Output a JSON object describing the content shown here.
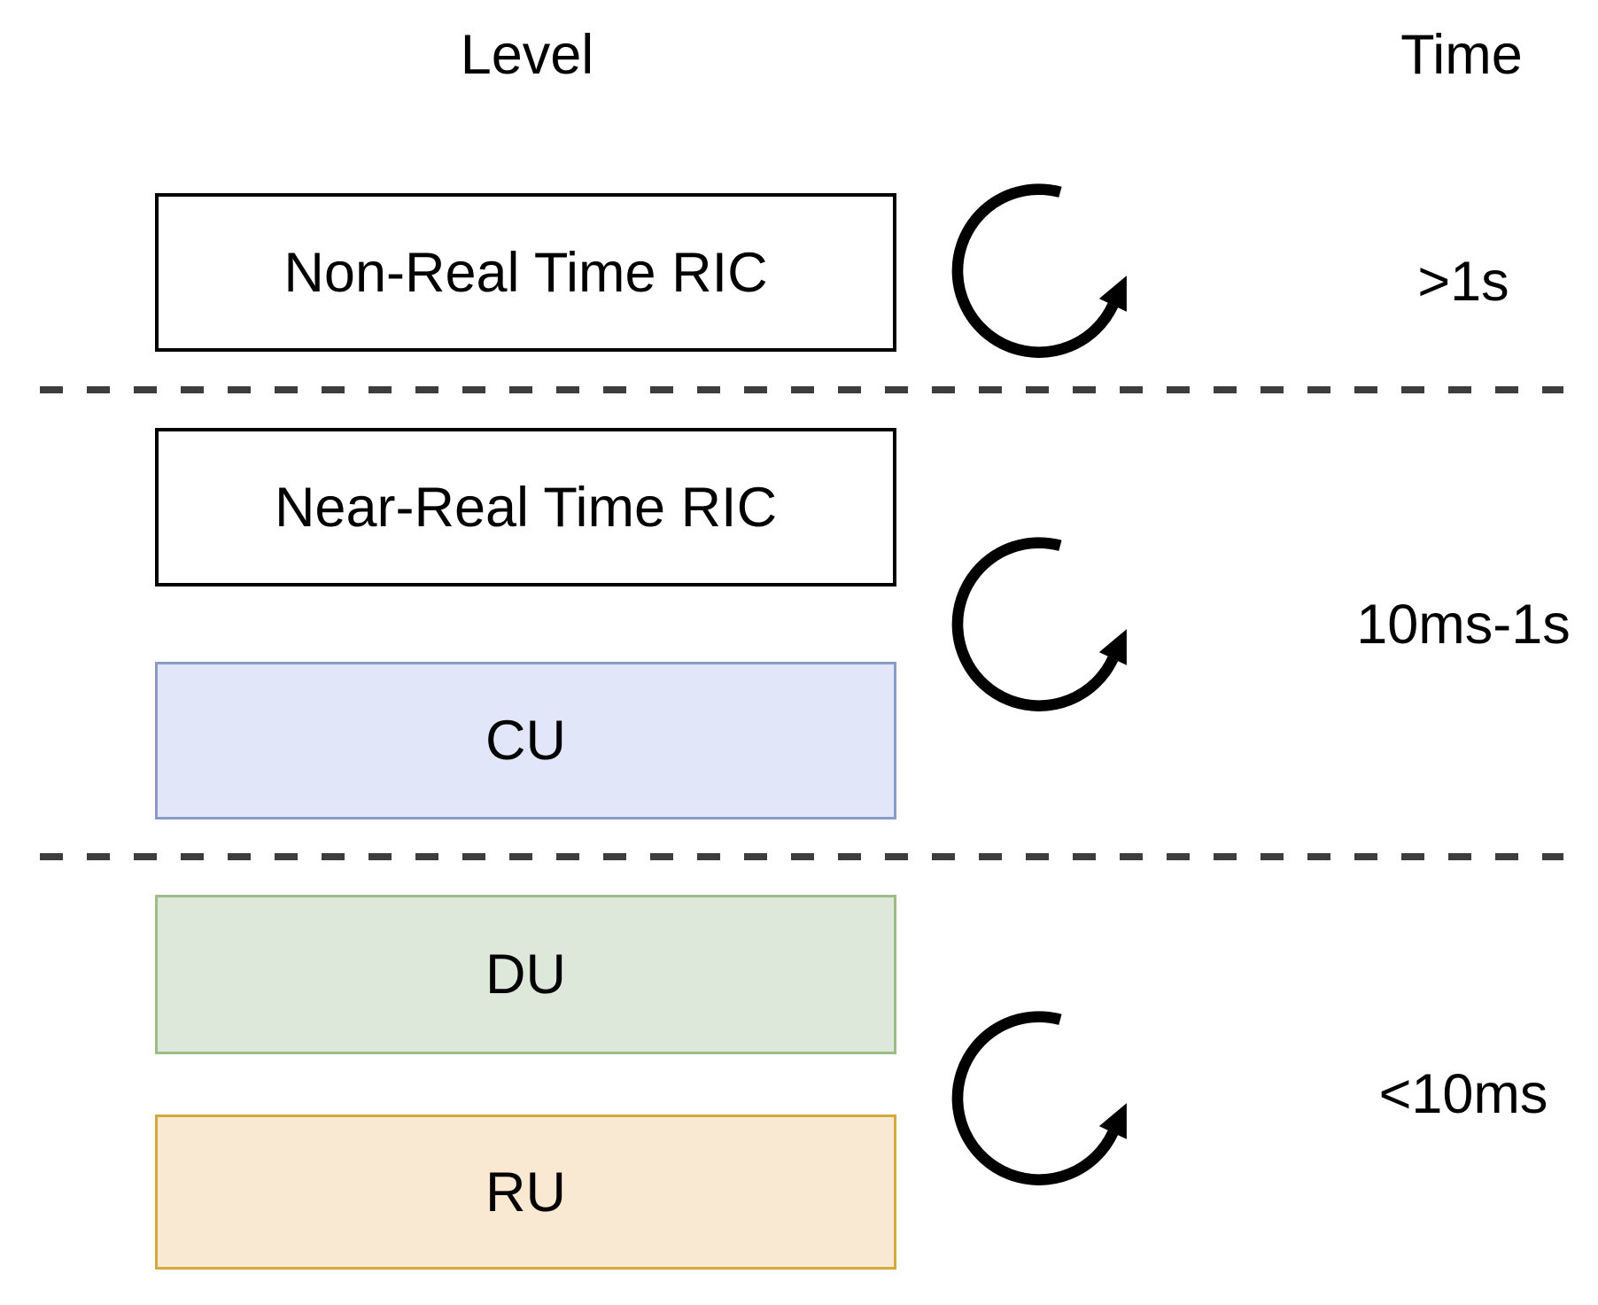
{
  "columns": {
    "level_header": "Level",
    "time_header": "Time"
  },
  "boxes": [
    {
      "id": "non-real-time-ric",
      "label": "Non-Real Time RIC",
      "fill": "#ffffff",
      "border": "#000000"
    },
    {
      "id": "near-real-time-ric",
      "label": "Near-Real Time RIC",
      "fill": "#ffffff",
      "border": "#000000"
    },
    {
      "id": "cu",
      "label": "CU",
      "fill": "#e1e6f8",
      "border": "#8a9bc7"
    },
    {
      "id": "du",
      "label": "DU",
      "fill": "#dde8da",
      "border": "#9dbd86"
    },
    {
      "id": "ru",
      "label": "RU",
      "fill": "#f9e9d3",
      "border": "#d3a93f"
    }
  ],
  "loops": [
    {
      "time": ">1s"
    },
    {
      "time": "10ms-1s"
    },
    {
      "time": "<10ms"
    }
  ],
  "icons": {
    "loop": "circular-arrow-icon"
  },
  "divider_color": "#3d3d3d",
  "stroke_color": "#000000"
}
